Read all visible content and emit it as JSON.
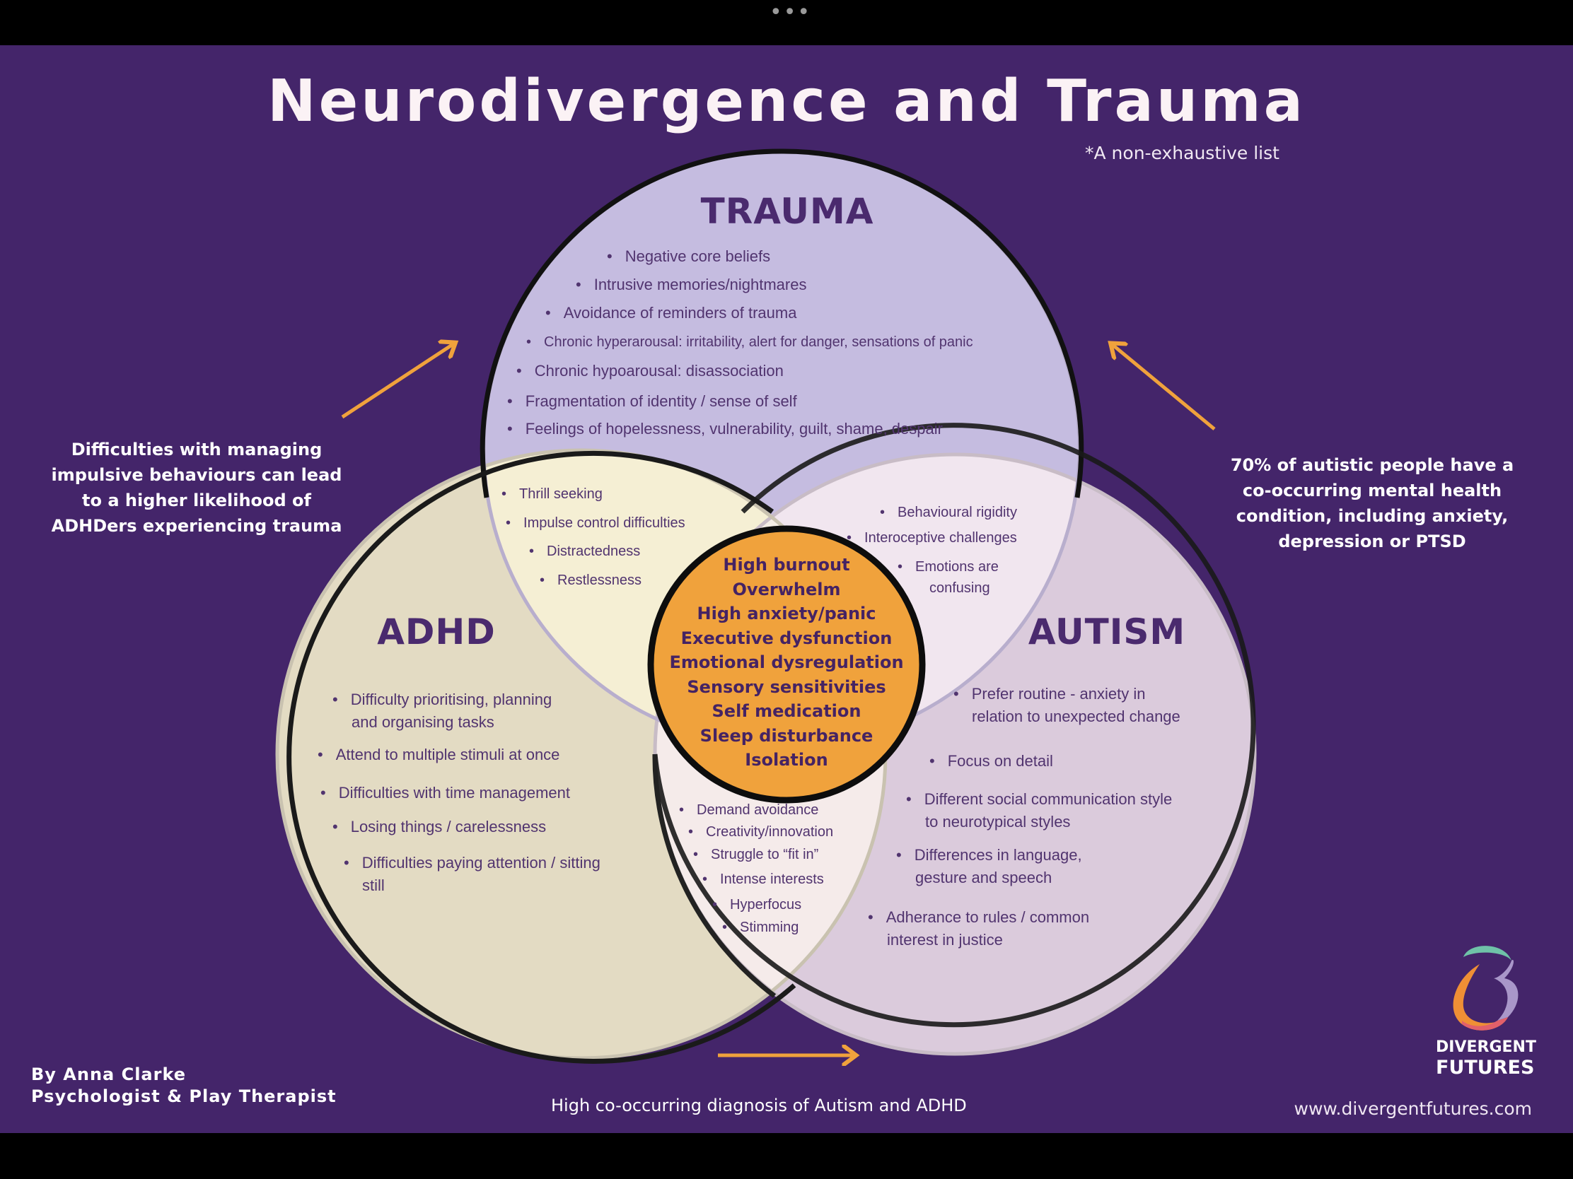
{
  "window": {
    "menu_icon": "more-dots-icon"
  },
  "title": "Neurodivergence and Trauma",
  "subtitle": "*A non-exhaustive list",
  "colors": {
    "background": "#44256a",
    "trauma": "#c5bce0",
    "adhd": "#e3dbc3",
    "autism": "#dbcbdc",
    "center": "#f0a23c",
    "arrow": "#f0a23c"
  },
  "trauma": {
    "heading": "TRAUMA",
    "items": [
      "Negative core beliefs",
      "Intrusive memories/nightmares",
      "Avoidance of reminders of trauma",
      "Chronic hyperarousal: irritability, alert for danger, sensations of panic",
      "Chronic hypoarousal: disassociation",
      "Fragmentation of identity / sense of self",
      "Feelings of hopelessness, vulnerability, guilt, shame, despair"
    ]
  },
  "adhd_trauma": {
    "items": [
      "Thrill seeking",
      "Impulse control difficulties",
      "Distractedness",
      "Restlessness"
    ]
  },
  "trauma_autism": {
    "items": [
      "Behavioural rigidity",
      "Interoceptive challenges"
    ],
    "item3_line1": "Emotions are",
    "item3_line2": "confusing"
  },
  "adhd": {
    "heading": "ADHD",
    "items": [
      [
        "Difficulty prioritising, planning",
        "and organising tasks"
      ],
      [
        "Attend to multiple stimuli at once"
      ],
      [
        "Difficulties with time management"
      ],
      [
        "Losing things / carelessness"
      ],
      [
        "Difficulties paying attention / sitting",
        "still"
      ]
    ]
  },
  "autism": {
    "heading": "AUTISM",
    "items": [
      [
        "Prefer routine - anxiety in",
        "relation to unexpected change"
      ],
      [
        "Focus on detail"
      ],
      [
        "Different social communication style",
        "to neurotypical styles"
      ],
      [
        "Differences in language,",
        "gesture and speech"
      ],
      [
        "Adherance to rules / common",
        "interest in justice"
      ]
    ]
  },
  "adhd_autism": {
    "items": [
      "Demand avoidance",
      "Creativity/innovation",
      "Struggle to “fit in”",
      "Intense interests",
      "Hyperfocus",
      "Stimming"
    ]
  },
  "center": {
    "items": [
      "High burnout",
      "Overwhelm",
      "High anxiety/panic",
      "Executive dysfunction",
      "Emotional dysregulation",
      "Sensory sensitivities",
      "Self medication",
      "Sleep disturbance",
      "Isolation"
    ]
  },
  "notes": {
    "left": [
      "Difficulties with managing",
      "impulsive behaviours can lead",
      "to a higher likelihood of",
      "ADHDers experiencing trauma"
    ],
    "right": [
      "70% of autistic people have a",
      "co-occurring mental health",
      "condition, including anxiety,",
      "depression or PTSD"
    ],
    "bottom": "High co-occurring diagnosis of Autism and ADHD"
  },
  "author": {
    "name": "By Anna Clarke",
    "role": "Psychologist & Play Therapist"
  },
  "logo": {
    "line1": "DIVERGENT",
    "line2": "FUTURES"
  },
  "website": "www.divergentfutures.com"
}
